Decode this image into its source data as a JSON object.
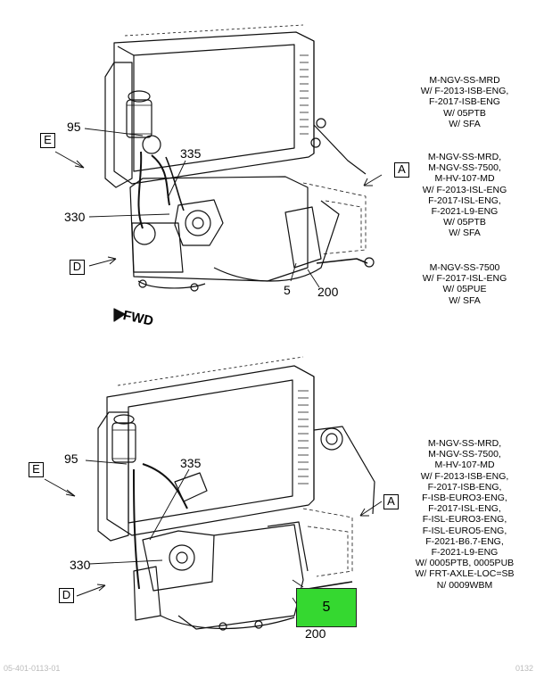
{
  "upper": {
    "notes": [
      "M-NGV-SS-MRD\nW/ F-2013-ISB-ENG,\nF-2017-ISB-ENG\nW/ 05PTB\nW/ SFA",
      "M-NGV-SS-MRD,\nM-NGV-SS-7500,\nM-HV-107-MD\nW/ F-2013-ISL-ENG\nF-2017-ISL-ENG,\nF-2021-L9-ENG\nW/ 05PTB\nW/ SFA",
      "M-NGV-SS-7500\nW/ F-2017-ISL-ENG\nW/ 05PUE\nW/ SFA"
    ],
    "callouts": {
      "c95": "95",
      "c335": "335",
      "c330": "330",
      "c5": "5",
      "c200": "200"
    },
    "boxes": {
      "e": "E",
      "a": "A",
      "d": "D"
    }
  },
  "fwd_label": "FWD",
  "lower": {
    "note": "M-NGV-SS-MRD,\nM-NGV-SS-7500,\nM-HV-107-MD\nW/ F-2013-ISB-ENG,\nF-2017-ISB-ENG,\nF-ISB-EURO3-ENG,\nF-2017-ISL-ENG,\nF-ISL-EURO3-ENG,\nF-ISL-EURO5-ENG,\nF-2021-B6.7-ENG,\nF-2021-L9-ENG\nW/ 0005PTB, 0005PUB\nW/ FRT-AXLE-LOC=SB\nN/ 0009WBM",
    "callouts": {
      "c95": "95",
      "c335": "335",
      "c330": "330",
      "c200": "200"
    },
    "highlight": "5",
    "boxes": {
      "e": "E",
      "a": "A",
      "d": "D"
    }
  },
  "footer": {
    "left": "05-401-0113-01",
    "right": "0132"
  },
  "colors": {
    "highlight": "#35d830"
  }
}
